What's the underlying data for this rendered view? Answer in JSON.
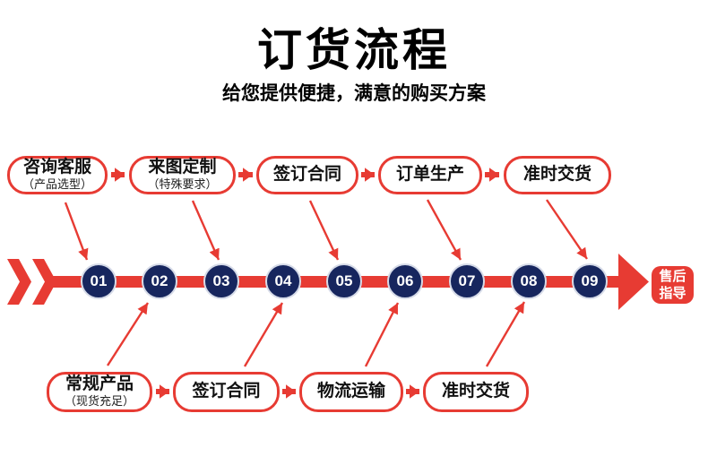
{
  "header": {
    "title": "订货流程",
    "subtitle": "给您提供便捷，满意的购买方案"
  },
  "top_row": [
    {
      "title": "咨询客服",
      "subtitle": "（产品选型）"
    },
    {
      "title": "来图定制",
      "subtitle": "（特殊要求）"
    },
    {
      "title": "签订合同",
      "subtitle": ""
    },
    {
      "title": "订单生产",
      "subtitle": ""
    },
    {
      "title": "准时交货",
      "subtitle": ""
    }
  ],
  "bottom_row": [
    {
      "title": "常规产品",
      "subtitle": "（现货充足）"
    },
    {
      "title": "签订合同",
      "subtitle": ""
    },
    {
      "title": "物流运输",
      "subtitle": ""
    },
    {
      "title": "准时交货",
      "subtitle": ""
    }
  ],
  "timeline": {
    "steps": [
      {
        "number": "01"
      },
      {
        "number": "02"
      },
      {
        "number": "03"
      },
      {
        "number": "04"
      },
      {
        "number": "05"
      },
      {
        "number": "06"
      },
      {
        "number": "07"
      },
      {
        "number": "08"
      },
      {
        "number": "09"
      }
    ],
    "end_label_line1": "售后",
    "end_label_line2": "指导"
  },
  "colors": {
    "accent_red": "#e73b33",
    "step_navy": "#17265e",
    "step_ring": "#d6dbe8",
    "text_black": "#000000",
    "background": "#ffffff"
  }
}
